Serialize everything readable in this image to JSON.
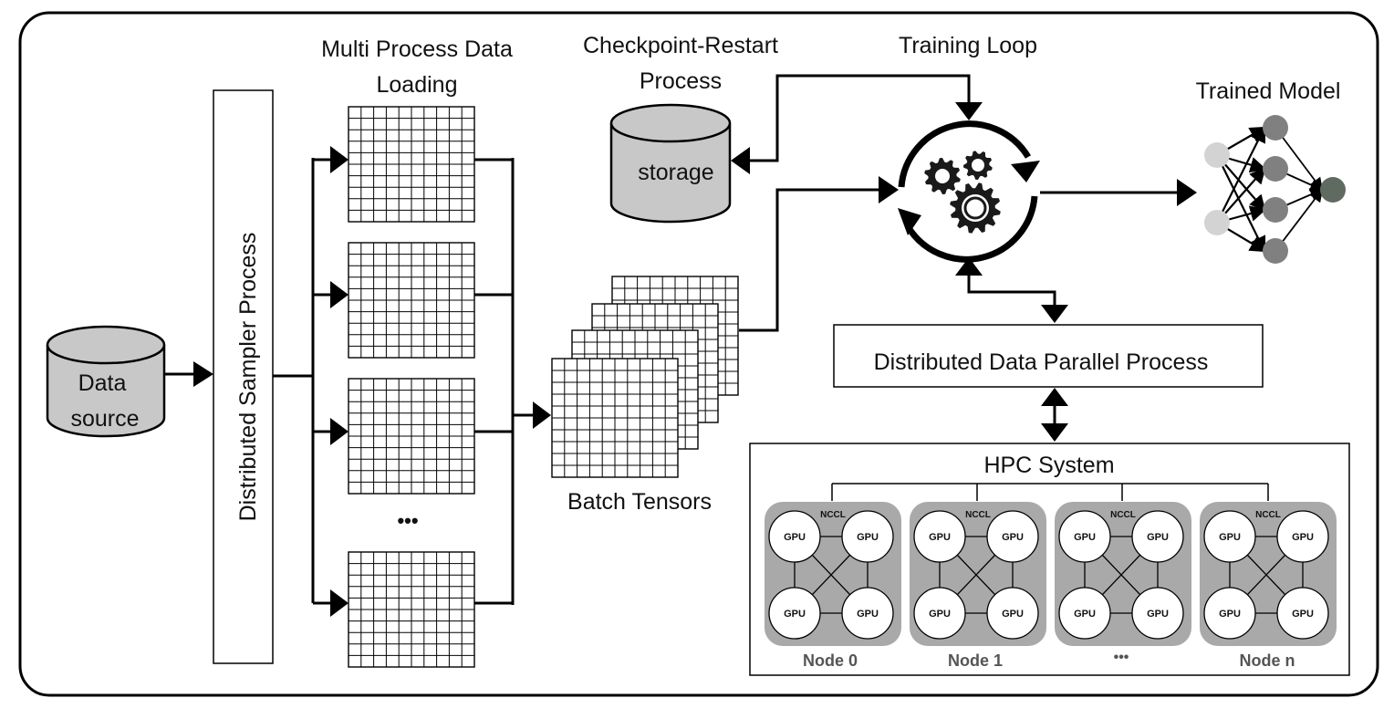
{
  "labels": {
    "data_source_line1": "Data",
    "data_source_line2": "source",
    "sampler": "Distributed Sampler Process",
    "loading_line1": "Multi Process Data",
    "loading_line2": "Loading",
    "loader_ellipsis": "•••",
    "batch_tensors": "Batch Tensors",
    "checkpoint_line1": "Checkpoint-Restart",
    "checkpoint_line2": "Process",
    "storage": "storage",
    "training_loop": "Training Loop",
    "trained_model": "Trained Model",
    "ddp": "Distributed Data Parallel Process",
    "hpc": "HPC System",
    "gpu": "GPU",
    "nccl": "NCCL",
    "node_ellipsis": "•••",
    "nodes": [
      "Node 0",
      "Node 1",
      "Node n"
    ]
  },
  "colors": {
    "cylinder_fill": "#c8c8c8",
    "node_panel": "#a9a9a9",
    "nn_input": "#d3d3d3",
    "nn_hidden": "#808080",
    "nn_output": "#5f6a60",
    "gear": "#1a1a1a"
  },
  "icons": [
    "database-icon",
    "storage-icon",
    "gears-icon",
    "neural-network-icon",
    "grid-icon"
  ]
}
